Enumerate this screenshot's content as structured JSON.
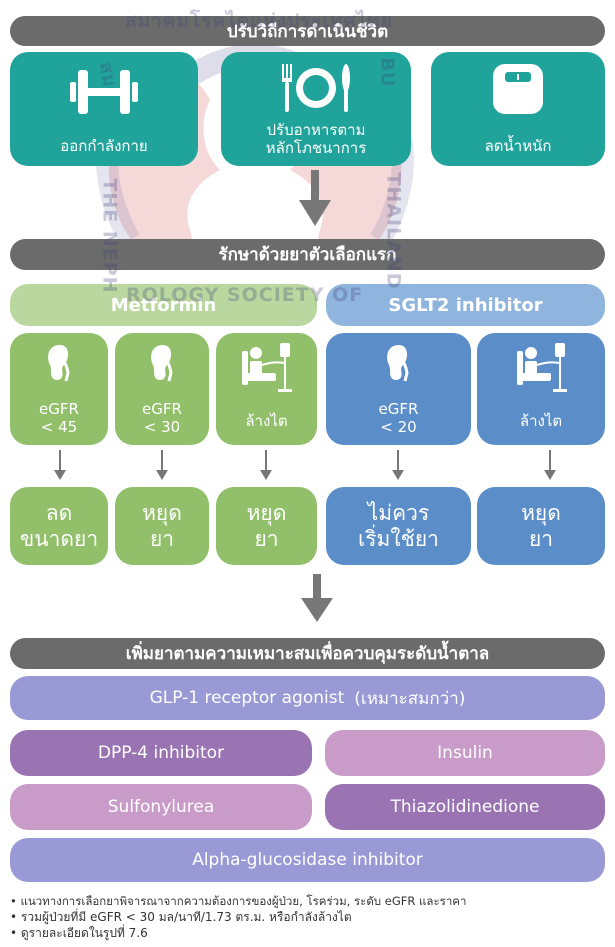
{
  "watermark": {
    "top": "สมาคมโรคไตแห่งประเทศไทย",
    "left": "THE NEPH",
    "center": "ROLOGY SOCIETY OF",
    "right": "THAILAND",
    "left_top": "สม",
    "right_top": "BU"
  },
  "section1": {
    "header": "ปรับวิถีการดำเนินชีวิต",
    "cards": [
      {
        "icon": "dumbbell-icon",
        "label": "ออกกำลังกาย"
      },
      {
        "icon": "plate-fork-knife-icon",
        "label_lines": [
          "ปรับอาหารตาม",
          "หลักโภชนาการ"
        ]
      },
      {
        "icon": "weight-scale-icon",
        "label": "ลดน้ำหนัก"
      }
    ]
  },
  "section2": {
    "header": "รักษาด้วยยาตัวเลือกแรก",
    "metformin": {
      "title": "Metformin",
      "conditions": [
        {
          "icon": "kidney-icon",
          "lines": [
            "eGFR",
            "< 45"
          ]
        },
        {
          "icon": "kidney-icon",
          "lines": [
            "eGFR",
            "< 30"
          ]
        },
        {
          "icon": "dialysis-icon",
          "lines": [
            "ล้างไต"
          ]
        }
      ],
      "results": [
        {
          "lines": [
            "ลด",
            "ขนาดยา"
          ]
        },
        {
          "lines": [
            "หยุด",
            "ยา"
          ]
        },
        {
          "lines": [
            "หยุด",
            "ยา"
          ]
        }
      ]
    },
    "sglt2": {
      "title": "SGLT2 inhibitor",
      "conditions": [
        {
          "icon": "kidney-icon",
          "lines": [
            "eGFR",
            "< 20"
          ]
        },
        {
          "icon": "dialysis-icon",
          "lines": [
            "ล้างไต"
          ]
        }
      ],
      "results": [
        {
          "lines": [
            "ไม่ควร",
            "เริ่มใช้ยา"
          ]
        },
        {
          "lines": [
            "หยุด",
            "ยา"
          ]
        }
      ]
    }
  },
  "section3": {
    "header": "เพิ่มยาตามความเหมาะสมเพื่อควบคุมระดับน้ำตาล",
    "drugs": {
      "glp1": "GLP-1 receptor agonist",
      "glp1_note": "(เหมาะสมกว่า)",
      "dpp4": "DPP-4 inhibitor",
      "insulin": "Insulin",
      "sulfonylurea": "Sulfonylurea",
      "tzd": "Thiazolidinedione",
      "agi": "Alpha-glucosidase inhibitor"
    }
  },
  "notes": [
    "• แนวทางการเลือกยาพิจารณาจากความต้องการของผู้ป่วย, โรคร่วม, ระดับ eGFR และราคา",
    "• รวมผู้ป่วยที่มี eGFR < 30 มล/นาที/1.73 ตร.ม. หรือกำลังล้างไต",
    "• ดูรายละเอียดในรูปที่ 7.6"
  ],
  "colors": {
    "header_gray": "#6b6b6b",
    "teal": "#20a39a",
    "green": "#92c06a",
    "blue": "#5b8ec8",
    "purple": "#9999d6",
    "purple_dark": "#9a73b3",
    "pink": "#c89bc8",
    "arrow": "#777777"
  }
}
